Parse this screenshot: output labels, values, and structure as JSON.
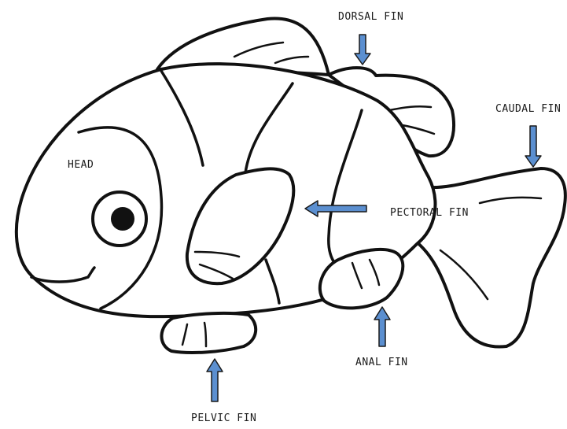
{
  "diagram": {
    "labels": {
      "dorsal_fin": "DORSAL FIN",
      "caudal_fin": "CAUDAL FIN",
      "head": "HEAD",
      "pectoral_fin": "PECTORAL FIN",
      "anal_fin": "ANAL FIN",
      "pelvic_fin": "PELVIC FIN"
    },
    "colors": {
      "arrow": "#5b8fd0",
      "outline": "#111111",
      "background": "#ffffff"
    }
  }
}
